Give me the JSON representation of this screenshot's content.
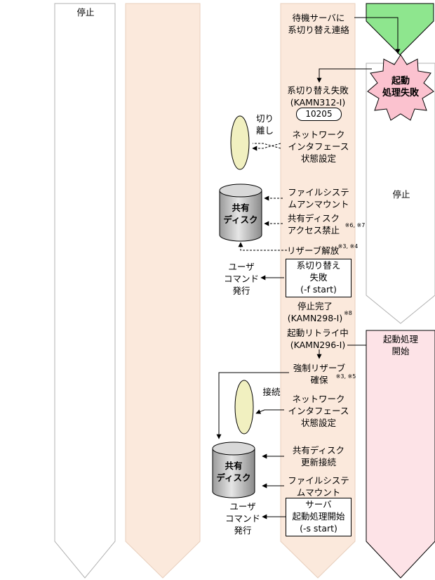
{
  "columns": {
    "col1_status": "停止",
    "col5_status": "停止",
    "col5_start": "起動処理\n開始"
  },
  "standby_notice": "待機サーバに\n系切り替え連絡",
  "startup_failure_burst": "起動\n処理失敗",
  "failover_failed": "系切り替え失敗\n(KAMN312-I)",
  "code_badge": "10205",
  "detach_label": "切り\n離し",
  "net_if_set_1": "ネットワーク\nインタフェース\n状態設定",
  "fs_unmount": "ファイルシステ\nムアンマウント",
  "shared_disk_label_1": "共有\nディスク",
  "disk_access_forbid": "共有ディスク\nアクセス禁止",
  "disk_access_forbid_note": "※6, ※7",
  "reserve_release": "リザーブ解放",
  "reserve_release_note": "※3, ※4",
  "user_cmd_1": "ユーザ\nコマンド\n発行",
  "failover_fail_box": "系切り替え\n失敗\n(-f start)",
  "stop_complete": "停止完了\n(KAMN298-I)",
  "stop_complete_note": "※8",
  "retry_starting": "起動リトライ中\n(KAMN296-I)",
  "forced_reserve": "強制リザーブ\n確保",
  "forced_reserve_note": "※3, ※5",
  "connect_label": "接続",
  "net_if_set_2": "ネットワーク\nインタフェース\n状態設定",
  "shared_disk_label_2": "共有\nディスク",
  "disk_update_connect": "共有ディスク\n更新接続",
  "fs_mount": "ファイルシステ\nムマウント",
  "user_cmd_2": "ユーザ\nコマンド\n発行",
  "server_start_box": "サーバ\n起動処理開始\n(-s start)",
  "colors": {
    "peach": "#fbe9dc",
    "pink": "#fde3e7",
    "green": "#8ee68e",
    "burst": "#fbc2cf",
    "ellipse": "#f1f0c0",
    "disk_gray": "#c8c8c8"
  }
}
